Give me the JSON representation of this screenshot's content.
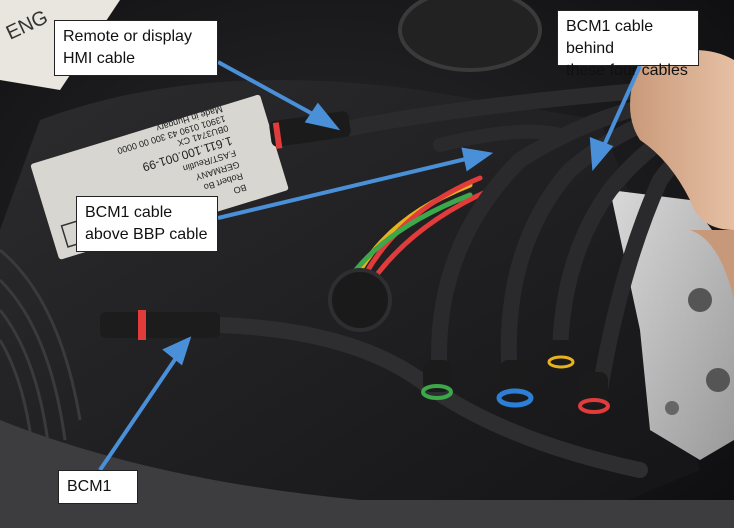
{
  "callouts": {
    "remote_hmi": "Remote or display\nHMI cable",
    "bcm1_behind": "BCM1 cable behind\nthese four cables",
    "bcm1_above_bbp": "BCM1 cable\nabove BBP cable",
    "bcm1": "BCM1"
  },
  "label_sticker": {
    "lines": [
      "BO",
      "Robert Bo",
      "GERMANY",
      "F.AST/Reutlin",
      "1.611.100.001-99",
      "0BU3741 CX",
      "13901 0190 43 300 00 0000",
      "Made in Hungary"
    ]
  },
  "corner_text": "ENG",
  "colors": {
    "arrow": "#4a90d9",
    "connector_red": "#e23b3b",
    "connector_green": "#3ca84a",
    "connector_blue": "#2d7fd6",
    "connector_yellow": "#e7b21e"
  }
}
